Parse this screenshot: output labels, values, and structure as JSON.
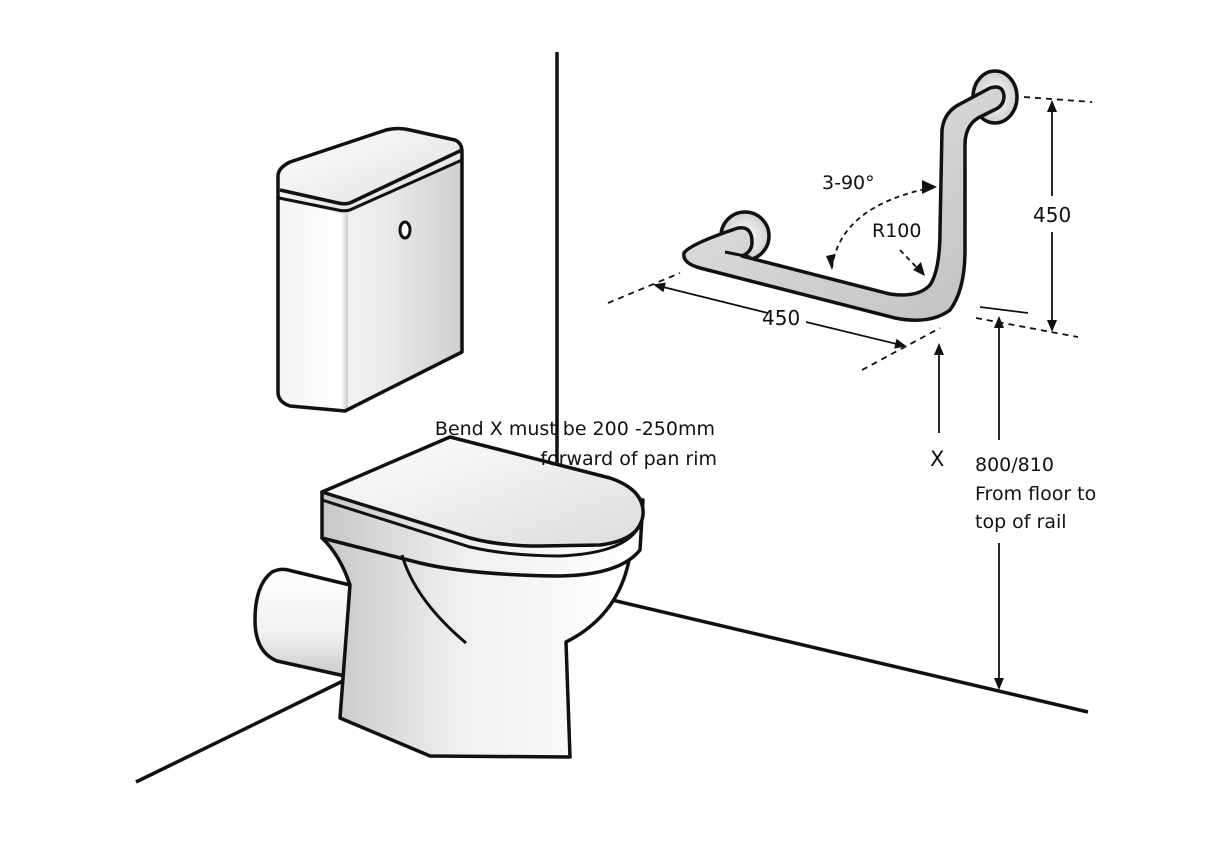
{
  "diagram": {
    "subject": "Grab rail installation beside back-to-wall WC",
    "labels": {
      "angle": "3-90°",
      "radius": "R100",
      "vertical_length": "450",
      "horizontal_length": "450",
      "bend_note_line1": "Bend X must be 200 -250mm",
      "bend_note_line2": "forward of pan rim",
      "bend_marker": "X",
      "height_value": "800/810",
      "height_note_line1": "From floor to",
      "height_note_line2": "top of rail"
    },
    "colors": {
      "stroke": "#111111",
      "fill_light": "#ffffff",
      "fill_shade": "#c8c9cb",
      "background": "#ffffff"
    }
  }
}
